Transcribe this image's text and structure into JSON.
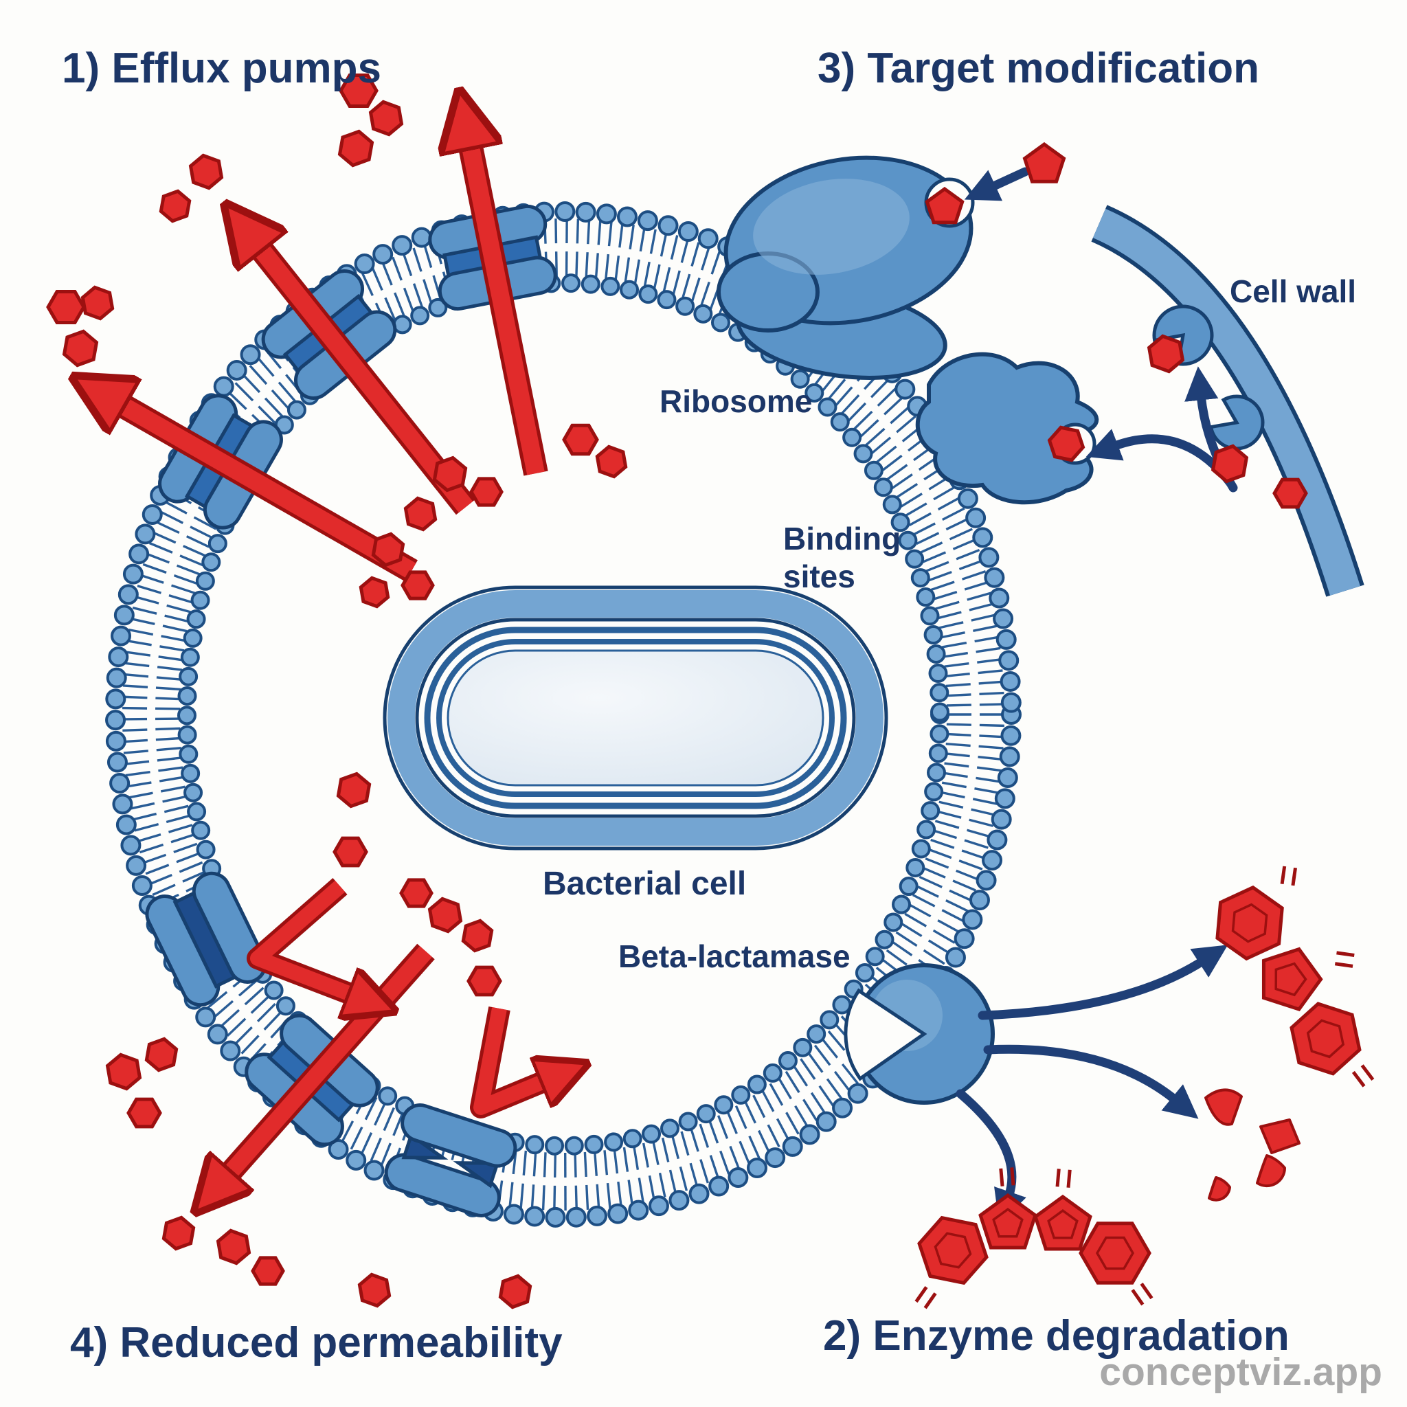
{
  "headings": {
    "efflux": "1) Efflux pumps",
    "target_modification": "3) Target modification",
    "enzyme_degradation": "2) Enzyme degradation",
    "reduced_permeability": "4) Reduced permeability"
  },
  "labels": {
    "ribosome": "Ribosome",
    "binding_line1": "Binding",
    "binding_line2": "sites",
    "cell_wall": "Cell wall",
    "bacterial_cell": "Bacterial cell",
    "beta_lactamase": "Beta-lactamase"
  },
  "watermark": "conceptviz.app",
  "colors": {
    "navy": "#1c3667",
    "arrowNavy": "#1f3f77",
    "outline": "#17406f",
    "membraneHead": "#74a7d4",
    "headStroke": "#1d4e83",
    "membraneLine": "#2a5d96",
    "protein": "#5b94c8",
    "proteinLight": "#8ab5da",
    "pumpMid": "#2e6bb0",
    "pumpClosed": "#1e4c8c",
    "red": "#e12b2b",
    "redDark": "#9c1010",
    "wall": "#74a5d2",
    "pillBand": "#74a5d2",
    "pillLine": "#2a6099",
    "interiorLight": "#f3f7fb",
    "interiorDark": "#dde8f1",
    "watermarkGray": "#a9a9a9",
    "bg": "#fdfdfb"
  }
}
